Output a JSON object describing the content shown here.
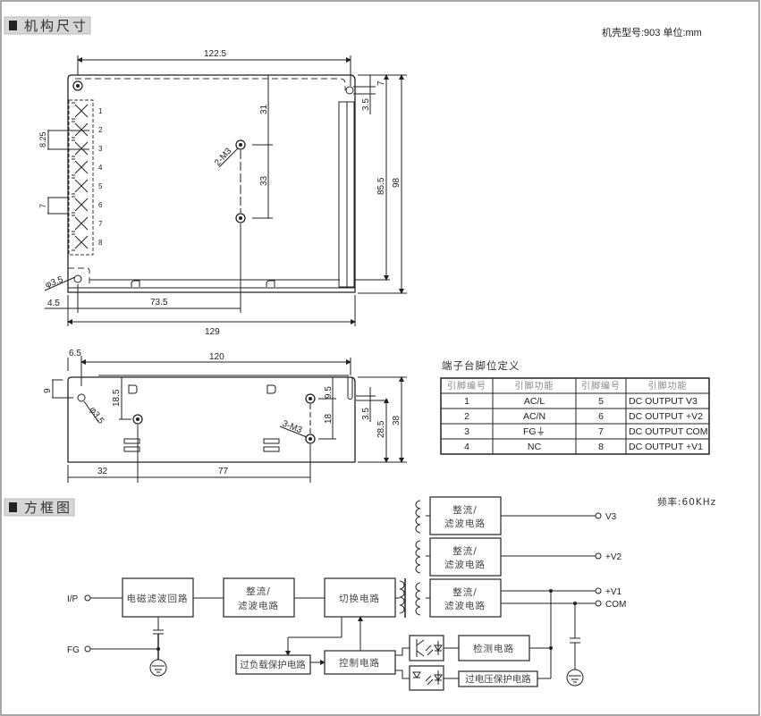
{
  "sections": {
    "mechanical": "机构尺寸",
    "block_diagram": "方框图"
  },
  "case_info": "机壳型号:903 单位:mm",
  "top_view": {
    "width_overall": "129",
    "width_holes": "122.5",
    "height_overall": "98",
    "height_inner": "85.5",
    "hole_dist_top": "31",
    "hole_spacing": "33",
    "slot_offset": "7",
    "slot_width": "3.5",
    "pitch": "8.25",
    "pitch2": "7",
    "hole_dia": "φ3.5",
    "edge_offset": "4.5",
    "hole_x": "73.5",
    "screw_label": "2-M3",
    "pins": [
      "1",
      "2",
      "3",
      "4",
      "5",
      "6",
      "7",
      "8"
    ]
  },
  "side_view": {
    "length": "120",
    "offset": "6.5",
    "hole_y": "9",
    "screw_y": "18.5",
    "right_top": "9.5",
    "right_spacing": "18",
    "slot_width": "3.5",
    "slot_height": "28.5",
    "height": "38",
    "dim_left": "32",
    "dim_mid": "77",
    "hole_dia": "φ3.5",
    "screw_label": "3-M3"
  },
  "pin_table": {
    "title": "端子台脚位定义",
    "headers": [
      "引脚编号",
      "引脚功能",
      "引脚编号",
      "引脚功能"
    ],
    "rows": [
      [
        "1",
        "AC/L",
        "5",
        "DC OUTPUT V3"
      ],
      [
        "2",
        "AC/N",
        "6",
        "DC OUTPUT +V2"
      ],
      [
        "3",
        "FG⏚",
        "7",
        "DC OUTPUT COM"
      ],
      [
        "4",
        "NC",
        "8",
        "DC OUTPUT +V1"
      ]
    ]
  },
  "diagram": {
    "frequency": "频率:60KHz",
    "input": "I/P",
    "fg": "FG",
    "emi": "电磁滤波回路",
    "rect_l1": "整流/",
    "rect_l2": "滤波电路",
    "switch": "切换电路",
    "overload": "过负载保护电路",
    "control": "控制电路",
    "detect": "检测电路",
    "ovp": "过电压保护电路",
    "outputs": [
      "V3",
      "+V2",
      "+V1",
      "COM"
    ]
  }
}
